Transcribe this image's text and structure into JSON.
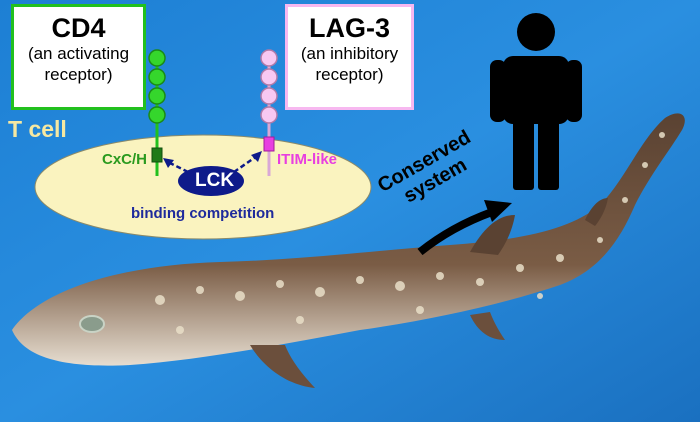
{
  "cd4": {
    "title": "CD4",
    "subtitle_line1": "(an activating",
    "subtitle_line2": "receptor)"
  },
  "lag3": {
    "title": "LAG-3",
    "subtitle_line1": "(an inhibitory",
    "subtitle_line2": "receptor)"
  },
  "cell": {
    "label": "T cell"
  },
  "motifs": {
    "cd4_motif": "CxC/H",
    "lag3_motif": "ITIM-like"
  },
  "kinase": {
    "label": "LCK"
  },
  "competition": {
    "label": "binding competition"
  },
  "conserved": {
    "line1": "Conserved",
    "line2": "system"
  },
  "colors": {
    "background": "#1e86d6",
    "cell_fill": "#faf3bf",
    "cd4_green": "#22c01e",
    "lag3_pink": "#f7b8f0",
    "itim_magenta": "#e83fe0",
    "lck_navy": "#0e1a8a",
    "shark_brown": "#6b4f3c"
  }
}
